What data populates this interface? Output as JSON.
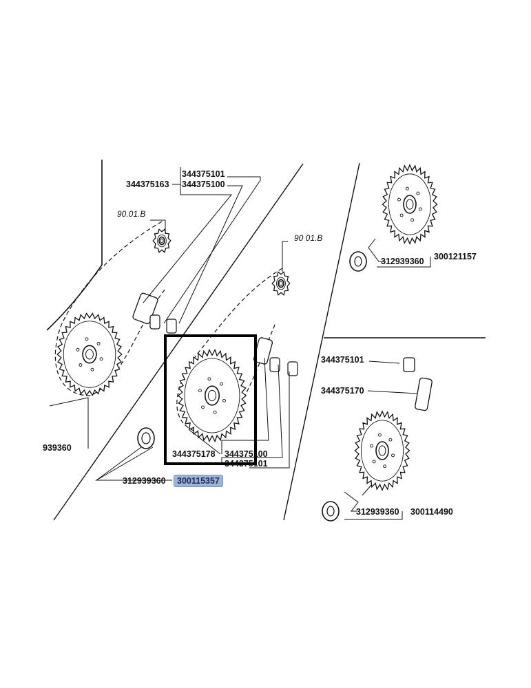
{
  "labels": {
    "chain_link_part": "344375101",
    "chain_part": "344375100",
    "upper_left_chain": "344375163",
    "ref_left": "90.01.B",
    "ref_center": "90 01.B",
    "left_hub_cut": "939360",
    "center_sprocket": "344375178",
    "center_chain_cut": "344375100",
    "center_link_cut": "344375101",
    "center_hub": "312939360",
    "center_assembly": "300115357",
    "right_top_hub": "312939360",
    "right_top_assembly": "300121157",
    "right_link": "344375101",
    "right_chain": "344375170",
    "right_bottom_hub": "312939360",
    "right_bottom_assembly": "300114490"
  },
  "colors": {
    "ink": "#111111",
    "highlight": "#9fb3d8"
  }
}
